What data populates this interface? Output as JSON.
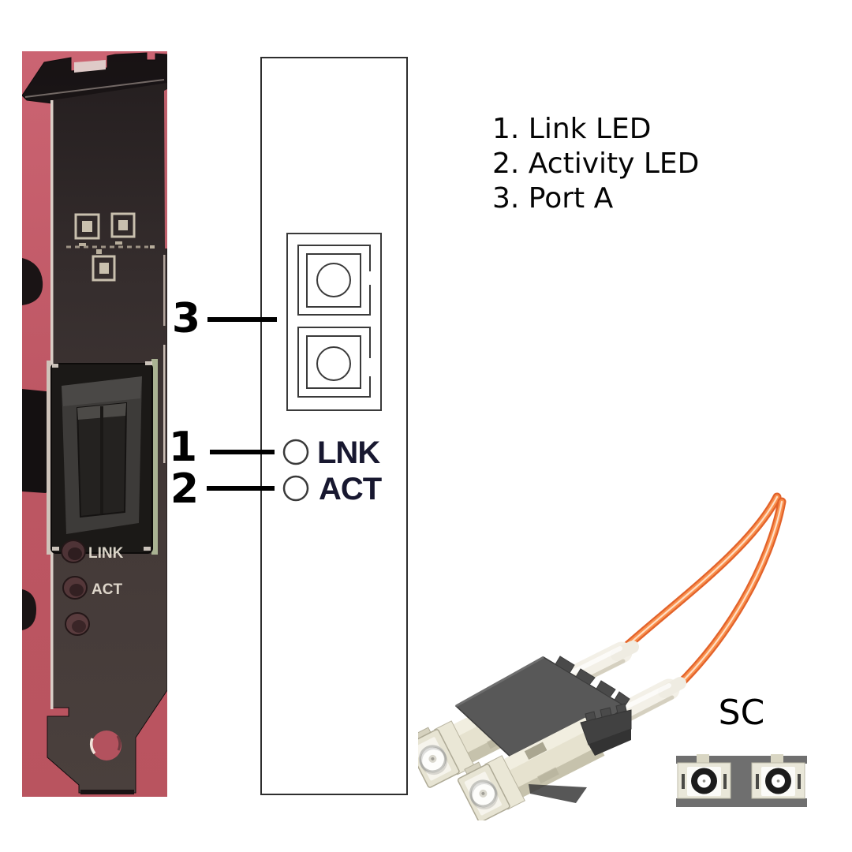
{
  "legend": {
    "items": [
      {
        "text": "1. Link LED"
      },
      {
        "text": "2. Activity LED"
      },
      {
        "text": "3. Port A"
      }
    ]
  },
  "callouts": {
    "link_number": "1",
    "activity_number": "2",
    "port_number": "3"
  },
  "faceplate": {
    "link_led_label": "LNK",
    "activity_led_label": "ACT"
  },
  "bracket_photo": {
    "link_label": "LINK",
    "act_label": "ACT"
  },
  "cable": {
    "connector_label": "SC"
  },
  "colors": {
    "photo_background_pink": "#c05a68",
    "bracket_metal_dark": "#3a3132",
    "line_art_stroke": "#3a3a3a",
    "fiber_orange": "#f08040",
    "clip_gray": "#585858",
    "connector_cream": "#e9e6d5",
    "adapter_gray": "#6f6f6f",
    "led_text_dark": "#181830"
  }
}
